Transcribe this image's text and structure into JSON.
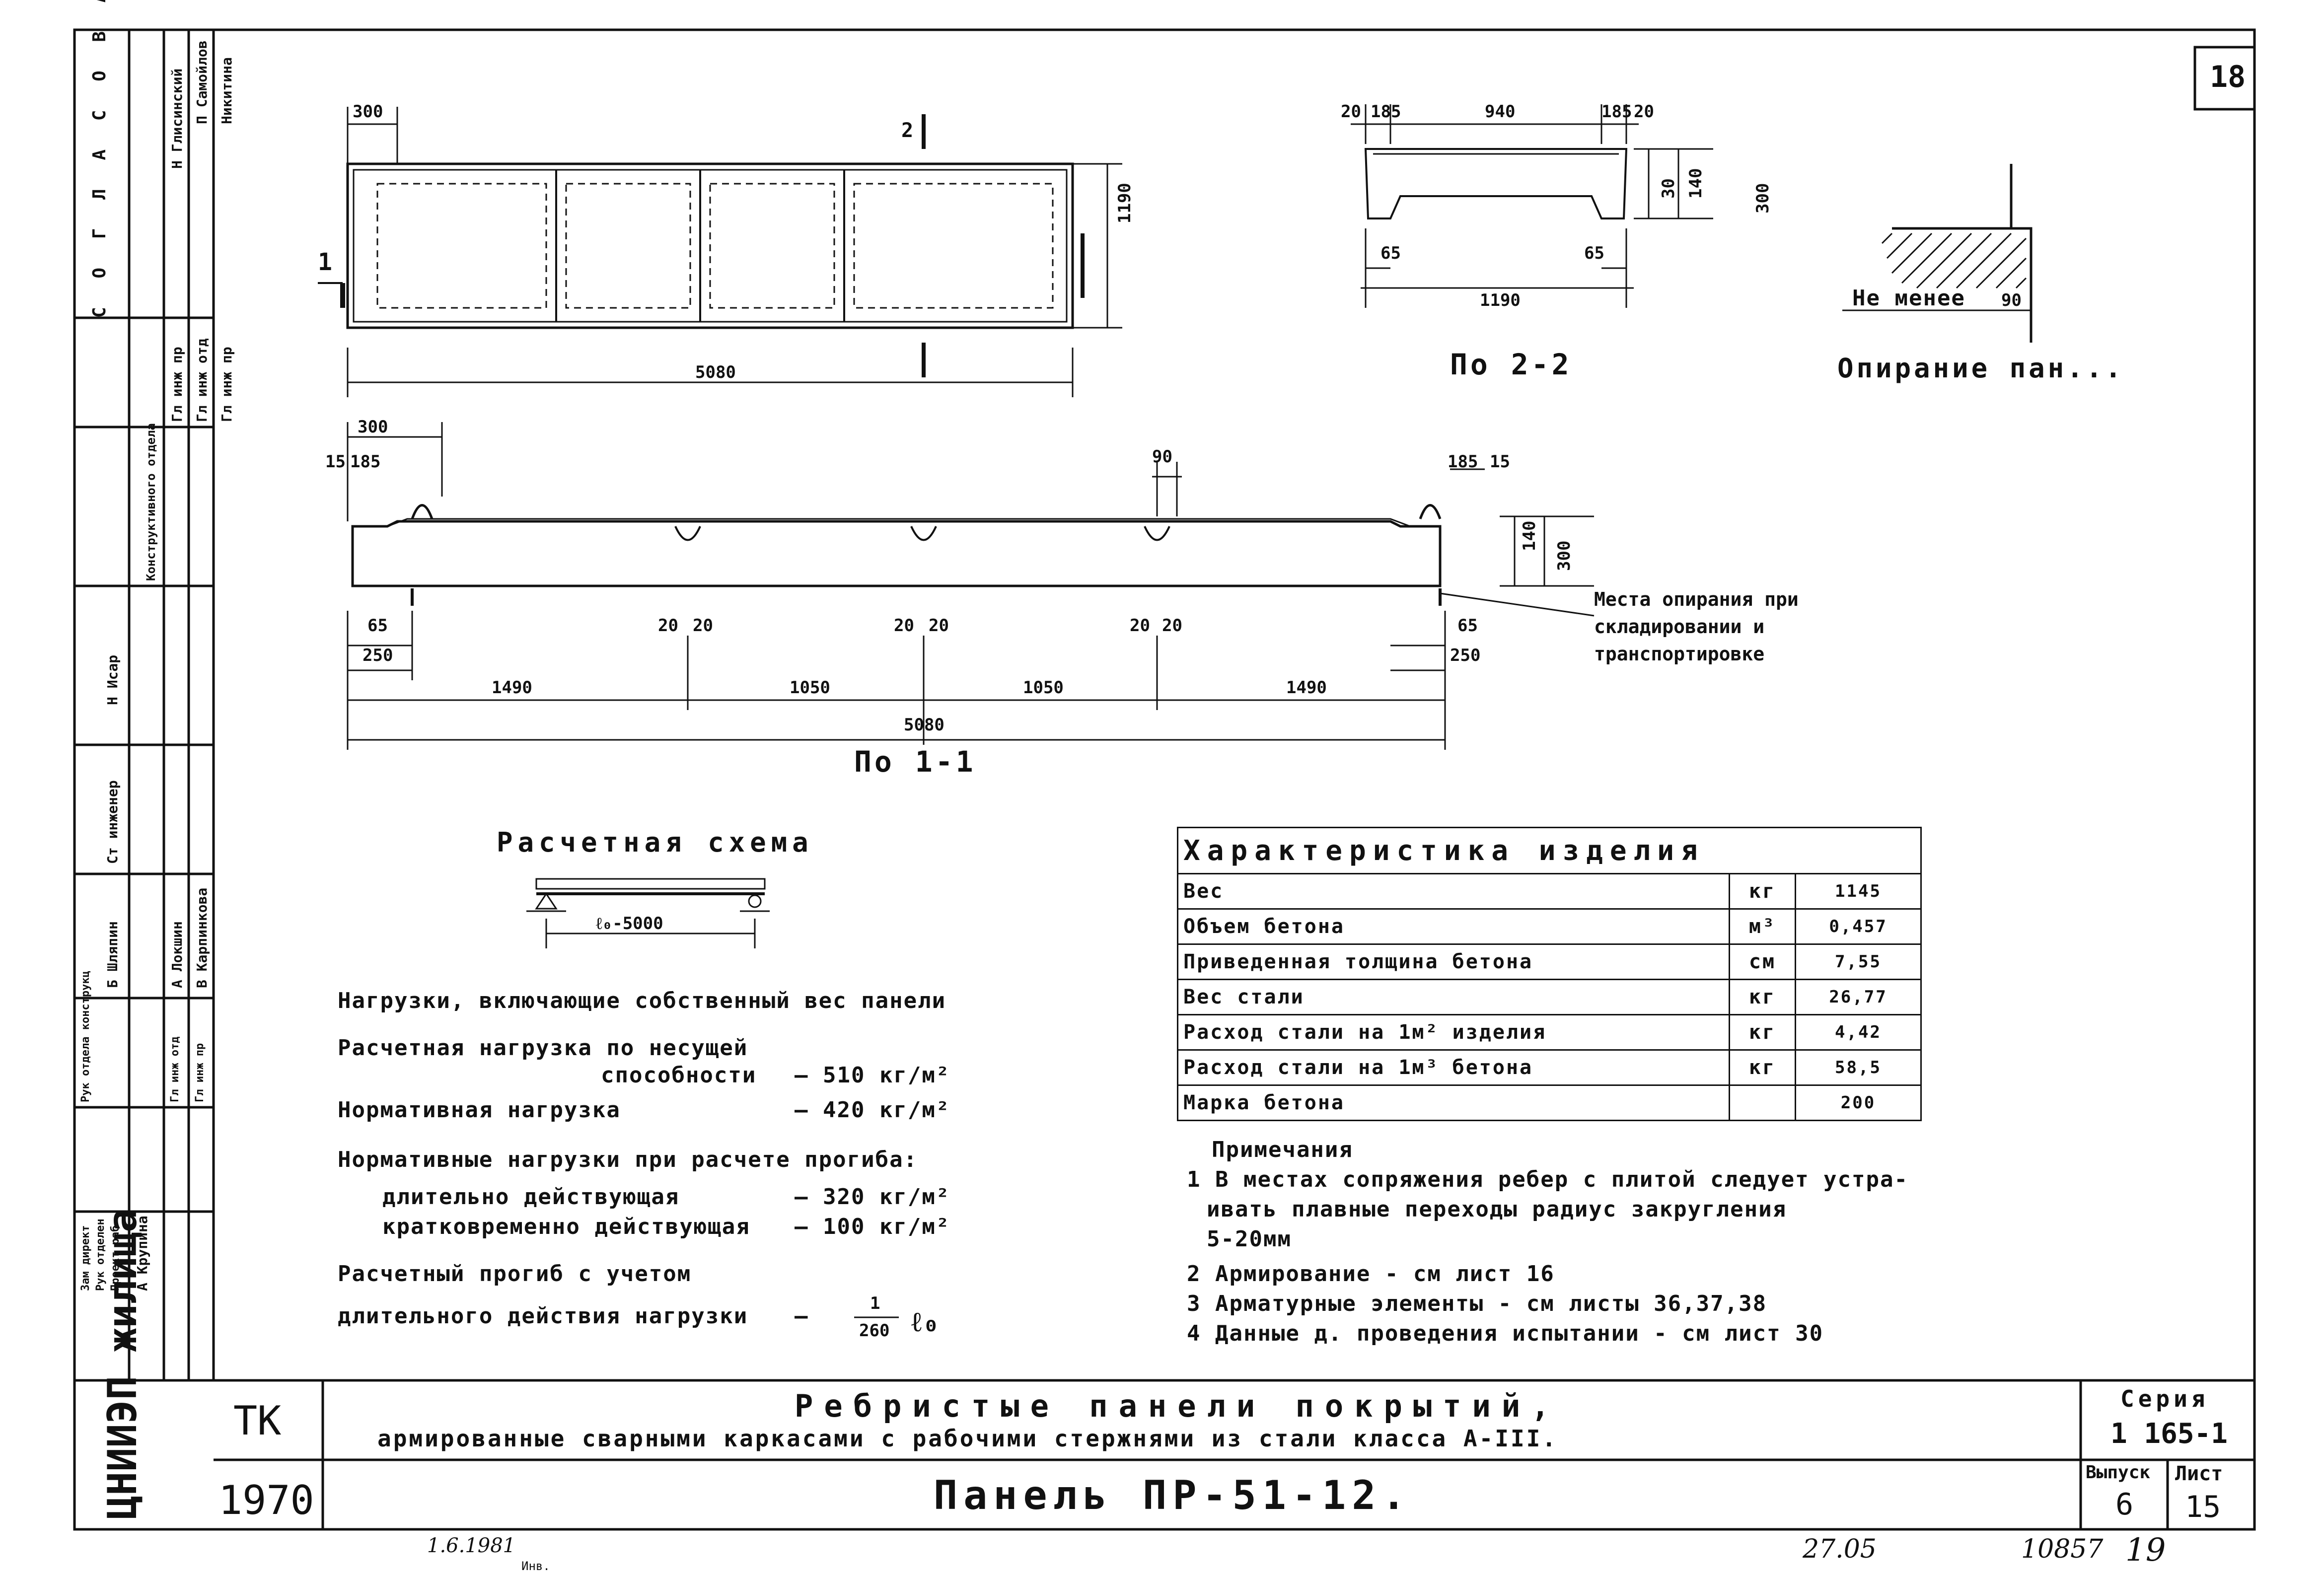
{
  "sheet_number": "18",
  "plan": {
    "dim_300_top": "300",
    "dim_1190": "1190",
    "dim_5080": "5080",
    "mark_1": "1",
    "mark_2": "2"
  },
  "section_2_2": {
    "dims_top": [
      "20",
      "185",
      "940",
      "185",
      "20"
    ],
    "dims_right": [
      "30",
      "140",
      "300"
    ],
    "dim_65_left": "65",
    "dim_65_right": "65",
    "dim_1190": "1190",
    "caption": "По 2-2"
  },
  "support": {
    "label_min": "Не менее",
    "dim_90": "90",
    "caption": "Опирание пан..."
  },
  "section_1_1": {
    "dim_300": "300",
    "dim_15_left": "15",
    "dim_185_left": "185",
    "dim_90": "90",
    "dim_185_right": "185",
    "dim_15_right": "15",
    "dim_140": "140",
    "dim_300_right": "300",
    "dim_65_left": "65",
    "dim_250_left": "250",
    "ribs": [
      "20",
      "20",
      "20",
      "20",
      "20",
      "20"
    ],
    "dim_65_right": "65",
    "dim_250_right": "250",
    "spans": [
      "1490",
      "1050",
      "1050",
      "1490"
    ],
    "total": "5080",
    "caption": "По 1-1",
    "support_note_1": "Места опирания при",
    "support_note_2": "складировании и",
    "support_note_3": "транспортировке"
  },
  "scheme": {
    "title": "Расчетная схема",
    "span_label": "ℓ₀-5000"
  },
  "loads": {
    "heading": "Нагрузки, включающие собственный вес панели",
    "l1a": "Расчетная нагрузка по несущей",
    "l1b": "способности",
    "v1": "— 510 кг/м²",
    "l2": "Нормативная нагрузка",
    "v2": "— 420 кг/м²",
    "l3": "Нормативные нагрузки при расчете прогиба:",
    "l4": "длительно действующая",
    "v4": "— 320 кг/м²",
    "l5": "кратковременно действующая",
    "v5": "— 100 кг/м²",
    "l6": "Расчетный прогиб с учетом",
    "l7": "длительного действия нагрузки",
    "v7_dash": "—",
    "v7_num": "1",
    "v7_den": "260",
    "v7_l": "ℓ₀"
  },
  "characteristics": {
    "title": "Характеристика изделия",
    "rows": [
      {
        "name": "Вес",
        "unit": "кг",
        "value": "1145"
      },
      {
        "name": "Объем бетона",
        "unit": "м³",
        "value": "0,457"
      },
      {
        "name": "Приведенная толщина бетона",
        "unit": "см",
        "value": "7,55"
      },
      {
        "name": "Вес стали",
        "unit": "кг",
        "value": "26,77"
      },
      {
        "name": "Расход стали на 1м² изделия",
        "unit": "кг",
        "value": "4,42"
      },
      {
        "name": "Расход стали на 1м³ бетона",
        "unit": "кг",
        "value": "58,5"
      },
      {
        "name": "Марка бетона",
        "unit": "",
        "value": "200"
      }
    ]
  },
  "notes": {
    "title": "Примечания",
    "n1a": "1 В местах сопряжения ребер с плитой следует устра-",
    "n1b": "ивать плавные переходы радиус закругления",
    "n1c": "5-20мм",
    "n2": "2 Армирование - см лист 16",
    "n3": "3 Арматурные элементы - см листы 36,37,38",
    "n4": "4 Данные д. проведения испытании - см лист 30"
  },
  "title_block": {
    "org": "ТК",
    "year": "1970",
    "title1": "Ребристые панели покрытий,",
    "title2": "армированные сварными каркасами с рабочими стержнями из стали класса А-III.",
    "title3": "Панель ПР-51-12.",
    "series_label": "Серия",
    "series_value": "1 165-1",
    "issue_label": "Выпуск",
    "issue_value": "6",
    "sheet_label": "Лист",
    "sheet_value": "15",
    "institute": "ЦНИИЭП жилища"
  },
  "stamp": {
    "agreed": "С О Г Л А С О В А Н О",
    "names": [
      "Н Глисинский",
      "П Самойлов",
      "Никитина"
    ],
    "roles": [
      "Гл инж пр",
      "Гл инж отд",
      "Гл инж пр"
    ],
    "dept": "Конструктивного отдела",
    "chief": "Н Исар",
    "eng": "Ст инженер",
    "people": [
      "Б Шляпин",
      "А Локшин",
      "В Карпинкова"
    ],
    "bottom_roles": [
      "Зам директ",
      "Рук отделен",
      "Проект раб"
    ],
    "bottom_name": "А Крупина",
    "bottom_roles2": [
      "Рук отдела конструкц",
      "Гл инж отд",
      "Гл инж пр"
    ]
  },
  "margin_notes": {
    "bottom_left": "1.6.1981",
    "bottom_sub": "Инв.",
    "bottom_right_code": "10857",
    "bottom_right_num": "19",
    "bottom_mid": "27.05"
  }
}
